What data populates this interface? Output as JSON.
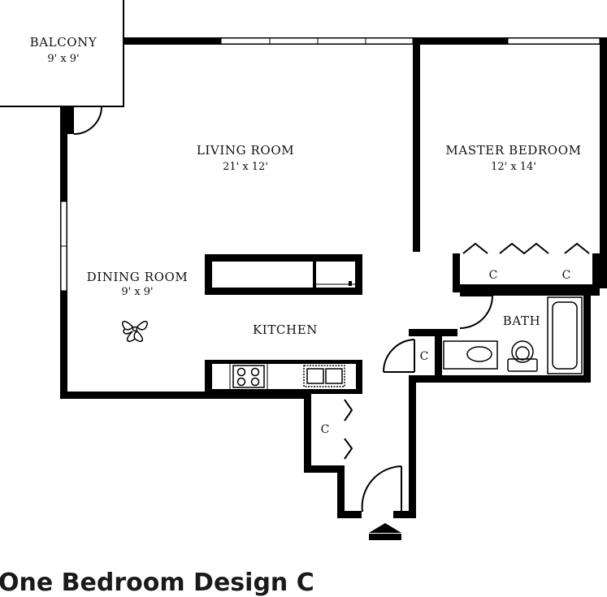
{
  "plan": {
    "rooms": {
      "balcony": {
        "name": "BALCONY",
        "dims": "9' x 9'"
      },
      "living": {
        "name": "LIVING ROOM",
        "dims": "21' x 12'"
      },
      "master": {
        "name": "MASTER BEDROOM",
        "dims": "12' x 14'"
      },
      "dining": {
        "name": "DINING ROOM",
        "dims": "9' x 9'"
      },
      "kitchen": {
        "name": "KITCHEN"
      },
      "bath": {
        "name": "BATH"
      }
    },
    "closets": {
      "bedroom_left": "C",
      "bedroom_right": "C",
      "hall": "C",
      "entry": "C"
    },
    "icons": [
      "ceiling-fan-icon",
      "stove-icon",
      "sink-icon",
      "toilet-icon",
      "bathtub-icon",
      "entry-arrow-icon"
    ],
    "colors": {
      "wall": "#000000",
      "background": "#ffffff"
    }
  },
  "caption": "One Bedroom Design C"
}
